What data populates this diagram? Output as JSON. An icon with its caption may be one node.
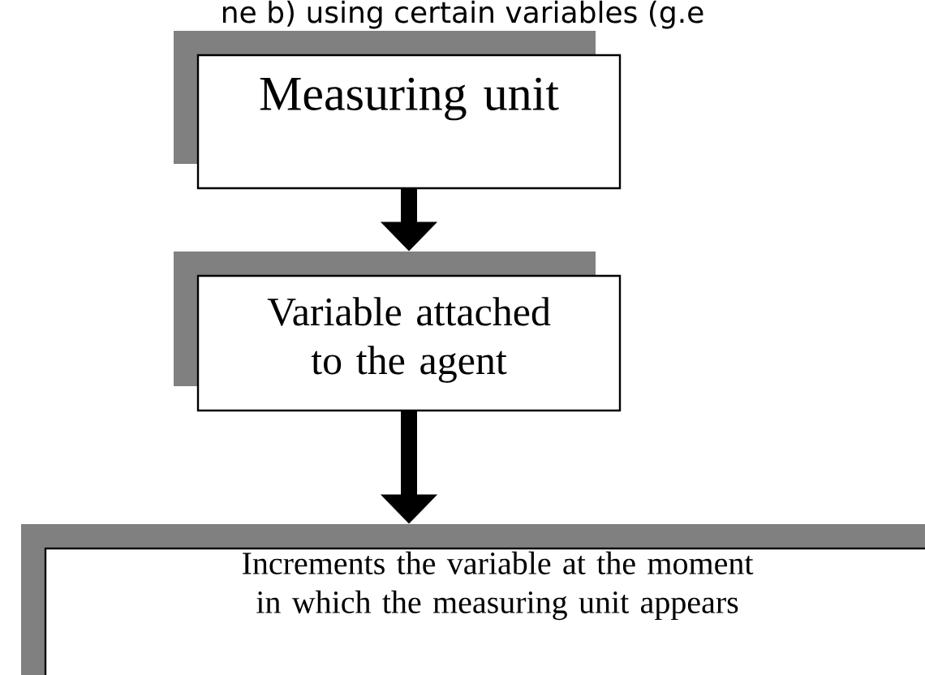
{
  "diagram": {
    "nodes": [
      {
        "text": [
          "Measuring unit"
        ]
      },
      {
        "text": [
          "Variable attached to the agent"
        ]
      },
      {
        "text": [
          "Increments the variable at the moment in which the measuring unit appears"
        ]
      }
    ],
    "edges": [
      {
        "from": 0,
        "to": 1,
        "arrow": "to"
      },
      {
        "from": 1,
        "to": 2,
        "arrow": "to"
      }
    ],
    "labels": [
      "ne b) using certain variables (g.e"
    ]
  }
}
